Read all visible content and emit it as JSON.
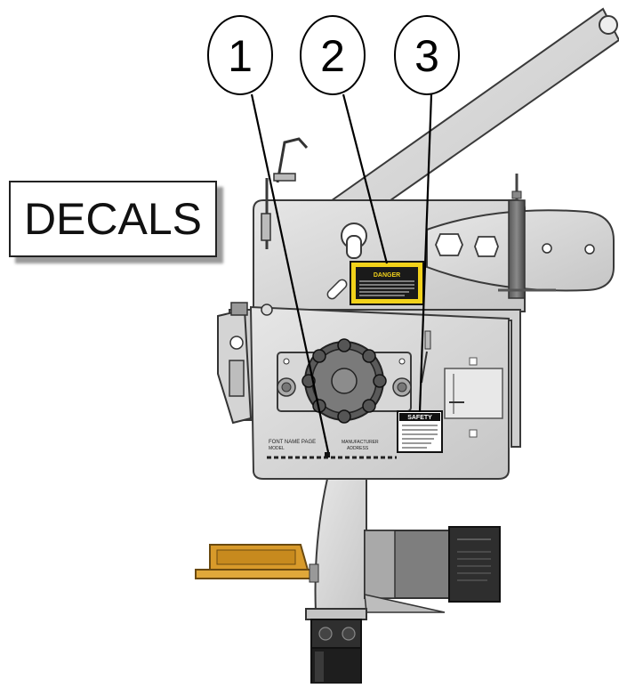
{
  "title": "DECALS",
  "callouts": [
    {
      "label": "1"
    },
    {
      "label": "2"
    },
    {
      "label": "3"
    }
  ],
  "decal_texts": {
    "danger_header": "DANGER",
    "safety_header": "SAFETY",
    "front_label_line1": "FONT NAME PAGE",
    "front_label_line2": "MODEL",
    "front_label_line3": "MANUFACTURER",
    "front_label_line4": "ADDRESS"
  },
  "colors": {
    "machine_body": "#d9d9d9",
    "outline": "#3a3a3a",
    "danger_decal": "#f2d21a",
    "pedal": "#d89a2a",
    "hydraulic": "#6b6b6b"
  }
}
